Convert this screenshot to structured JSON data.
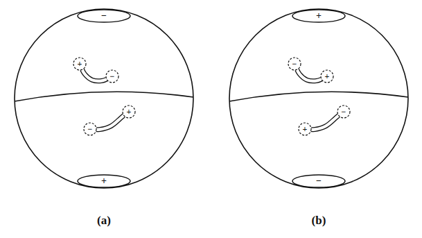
{
  "diagram": {
    "nodes": [
      {
        "text": [
          "−"
        ]
      },
      {
        "text": [
          "+"
        ]
      },
      {
        "text": [
          "−"
        ]
      },
      {
        "text": [
          "−"
        ]
      },
      {
        "text": [
          "+"
        ]
      },
      {
        "text": [
          "+"
        ]
      },
      {
        "text": [
          "+"
        ]
      },
      {
        "text": [
          "−"
        ]
      },
      {
        "text": [
          "+"
        ]
      },
      {
        "text": [
          "+"
        ]
      },
      {
        "text": [
          "−"
        ]
      },
      {
        "text": [
          "−"
        ]
      }
    ],
    "edges": [
      {
        "from": 1,
        "to": 2,
        "arrow": "none"
      },
      {
        "from": 3,
        "to": 4,
        "arrow": "none"
      },
      {
        "from": 7,
        "to": 8,
        "arrow": "none"
      },
      {
        "from": 9,
        "to": 10,
        "arrow": "none"
      }
    ],
    "labels": [
      "(a)",
      "(b)"
    ]
  }
}
